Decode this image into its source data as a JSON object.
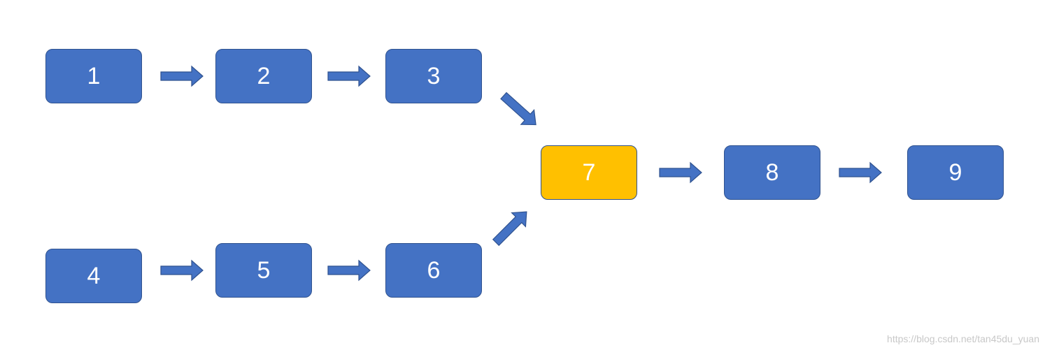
{
  "colors": {
    "node_fill": "#4472c4",
    "node_border": "#2f528f",
    "highlight_fill": "#ffc000",
    "highlight_border": "#2f528f",
    "arrow_fill": "#4472c4",
    "arrow_border": "#2f528f"
  },
  "nodes": [
    {
      "id": "1",
      "label": "1",
      "highlighted": false
    },
    {
      "id": "2",
      "label": "2",
      "highlighted": false
    },
    {
      "id": "3",
      "label": "3",
      "highlighted": false
    },
    {
      "id": "4",
      "label": "4",
      "highlighted": false
    },
    {
      "id": "5",
      "label": "5",
      "highlighted": false
    },
    {
      "id": "6",
      "label": "6",
      "highlighted": false
    },
    {
      "id": "7",
      "label": "7",
      "highlighted": true
    },
    {
      "id": "8",
      "label": "8",
      "highlighted": false
    },
    {
      "id": "9",
      "label": "9",
      "highlighted": false
    }
  ],
  "edges": [
    {
      "from": "1",
      "to": "2"
    },
    {
      "from": "2",
      "to": "3"
    },
    {
      "from": "3",
      "to": "7"
    },
    {
      "from": "4",
      "to": "5"
    },
    {
      "from": "5",
      "to": "6"
    },
    {
      "from": "6",
      "to": "7"
    },
    {
      "from": "7",
      "to": "8"
    },
    {
      "from": "8",
      "to": "9"
    }
  ],
  "watermark": "https://blog.csdn.net/tan45du_yuan"
}
